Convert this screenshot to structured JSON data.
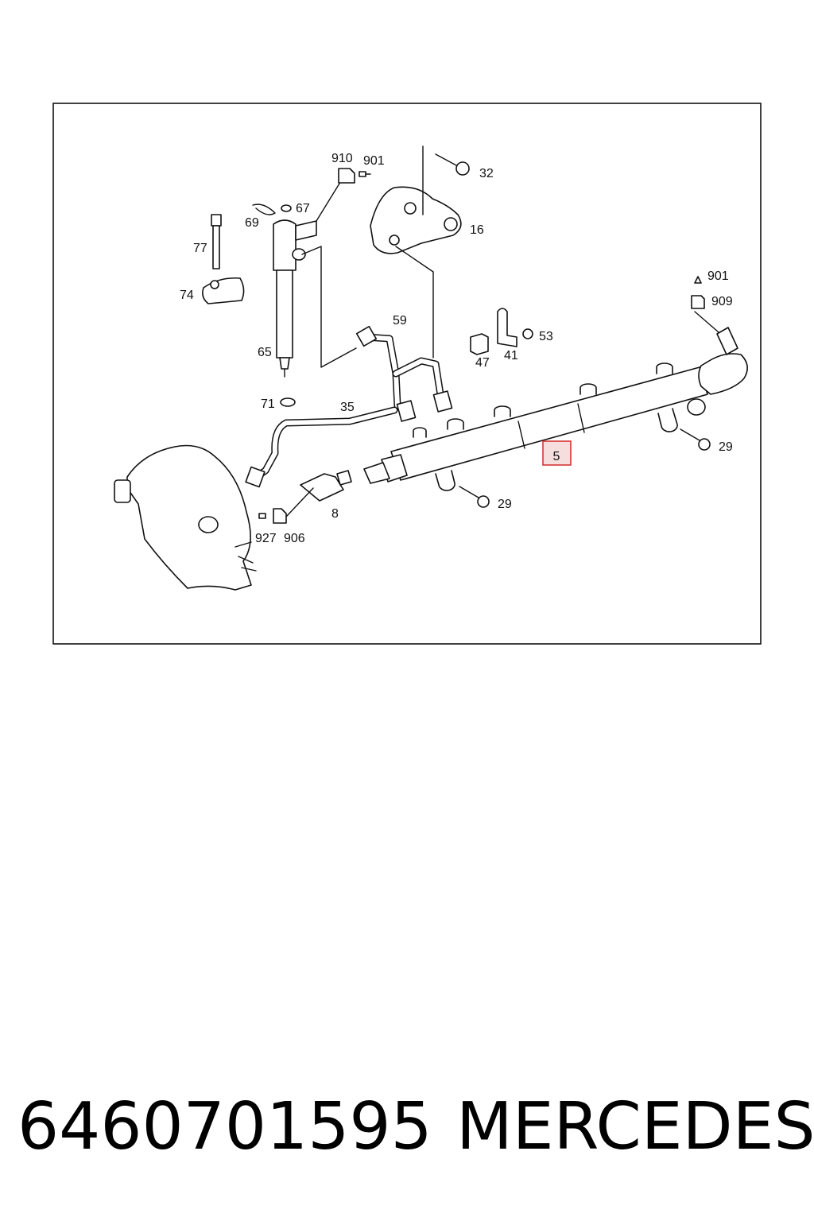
{
  "diagram": {
    "callouts": {
      "p910": "910",
      "p901a": "901",
      "p32": "32",
      "p67": "67",
      "p69": "69",
      "p16": "16",
      "p77": "77",
      "p74": "74",
      "p901b": "901",
      "p909": "909",
      "p59": "59",
      "p53": "53",
      "p47": "47",
      "p41": "41",
      "p65": "65",
      "p71": "71",
      "p35": "35",
      "p29a": "29",
      "p5": "5",
      "p29b": "29",
      "p8": "8",
      "p927": "927",
      "p906": "906"
    },
    "highlight_color": "#d42a2a"
  },
  "caption": {
    "part_number": "6460701595",
    "brand": "MERCEDES"
  }
}
